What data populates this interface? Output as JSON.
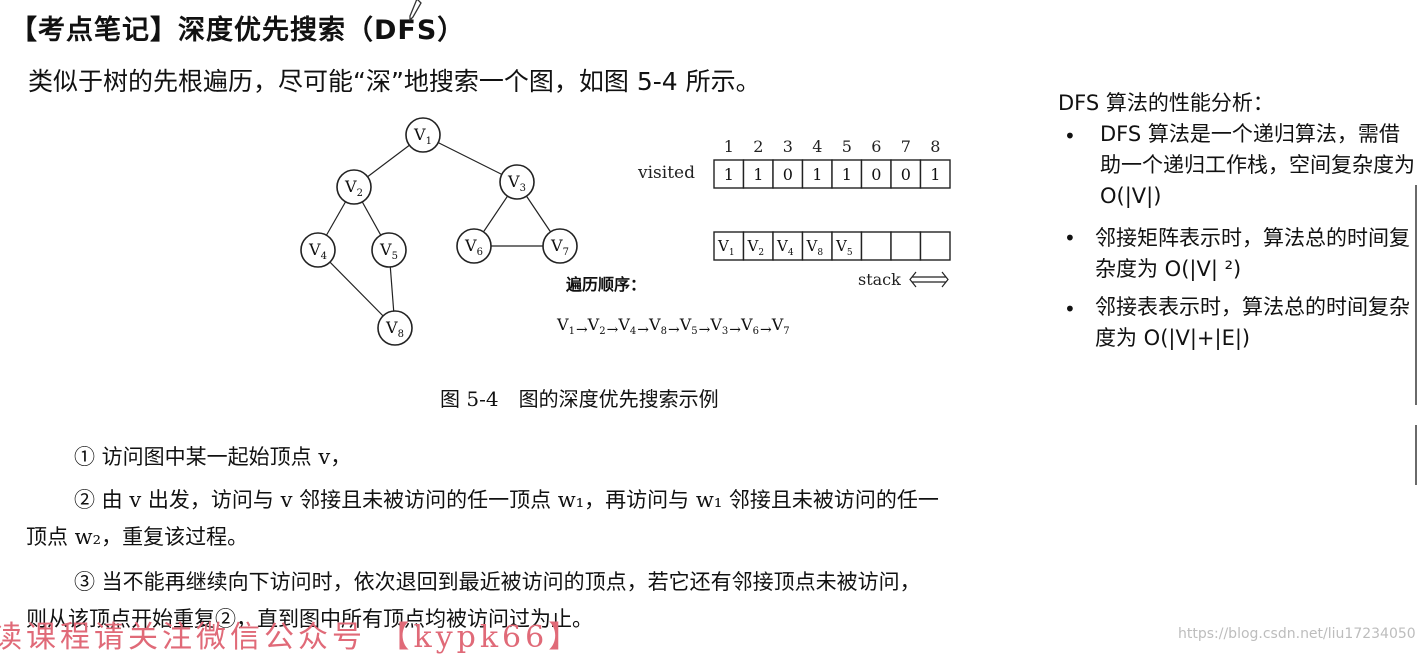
{
  "title": "【考点笔记】深度优先搜索（DFS）",
  "intro": "类似于树的先根遍历，尽可能“深”地搜索一个图，如图 5-4 所示。",
  "side_panel": {
    "heading": "DFS 算法的性能分析：",
    "items": [
      "DFS 算法是一个递归算法，需借助一个递归工作栈，空间复杂度为 O(|V|)",
      "邻接矩阵表示时，算法总的时间复杂度为 O(|V| ²)",
      "邻接表表示时，算法总的时间复杂度为 O(|V|+|E|)"
    ]
  },
  "figure": {
    "vertex_label": "V",
    "vertices": [
      "1",
      "2",
      "3",
      "4",
      "5",
      "6",
      "7",
      "8"
    ],
    "visited_label": "visited",
    "visited_indices": [
      "1",
      "2",
      "3",
      "4",
      "5",
      "6",
      "7",
      "8"
    ],
    "visited_values": [
      "1",
      "1",
      "0",
      "1",
      "1",
      "0",
      "0",
      "1"
    ],
    "stack_cells": [
      "1",
      "2",
      "4",
      "8",
      "5",
      "",
      "",
      ""
    ],
    "stack_label": "stack",
    "order_label": "遍历顺序：",
    "order": [
      "1",
      "2",
      "4",
      "8",
      "5",
      "3",
      "6",
      "7"
    ],
    "caption": "图 5-4　图的深度优先搜索示例"
  },
  "steps": [
    "① 访问图中某一起始顶点 v，",
    "② 由 v 出发，访问与 v 邻接且未被访问的任一顶点 w₁，再访问与 w₁ 邻接且未被访问的任一",
    "顶点 w₂，重复该过程。",
    "③ 当不能再继续向下访问时，依次退回到最近被访问的顶点，若它还有邻接顶点未被访问，",
    "则从该顶点开始重复②，直到图中所有顶点均被访问过为止。"
  ],
  "watermarks": {
    "bottom_left": "读课程请关注微信公众号 【kypk66】",
    "url": "https://blog.csdn.net/liu17234050"
  }
}
